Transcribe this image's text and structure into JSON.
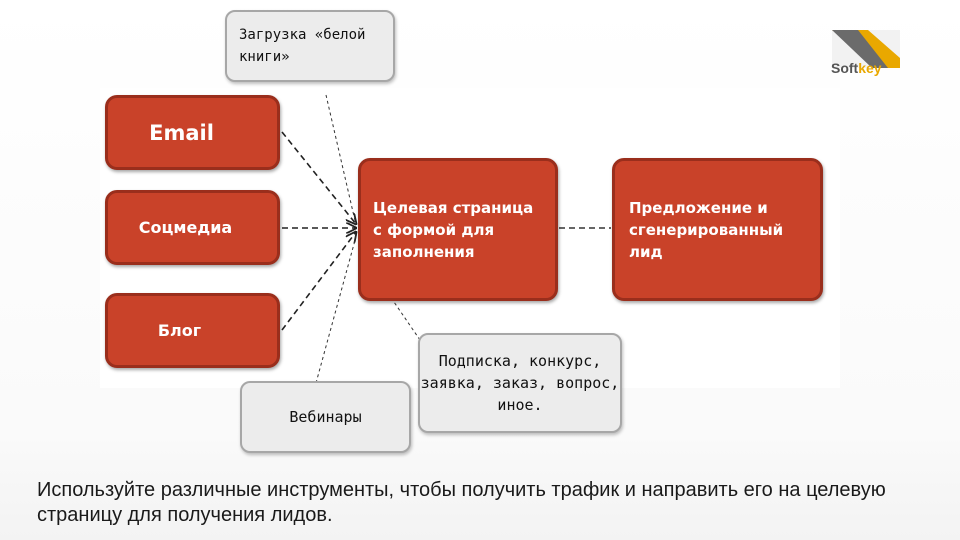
{
  "sources": [
    {
      "id": "email",
      "label": "Email"
    },
    {
      "id": "socmedia",
      "label": "Соцмедиа"
    },
    {
      "id": "blog",
      "label": "Блог"
    }
  ],
  "landing_page": {
    "label": "Целевая страница с формой для заполнения"
  },
  "offer": {
    "label": "Предложение и сгенерированный лид"
  },
  "whitepaper": {
    "label": "Загрузка «белой книги»"
  },
  "webinars": {
    "label": "Вебинары"
  },
  "subscribe": {
    "label": "Подписка, конкурс, заявка, заказ, вопрос, иное."
  },
  "caption": "Используйте различные инструменты, чтобы получить трафик и направить его на целевую страницу для получения лидов.",
  "logo": {
    "text_main": "Soft",
    "text_accent": "key"
  },
  "colors": {
    "box_red": "#c94229",
    "box_grey": "#ececec",
    "logo_accent": "#e9a800"
  }
}
